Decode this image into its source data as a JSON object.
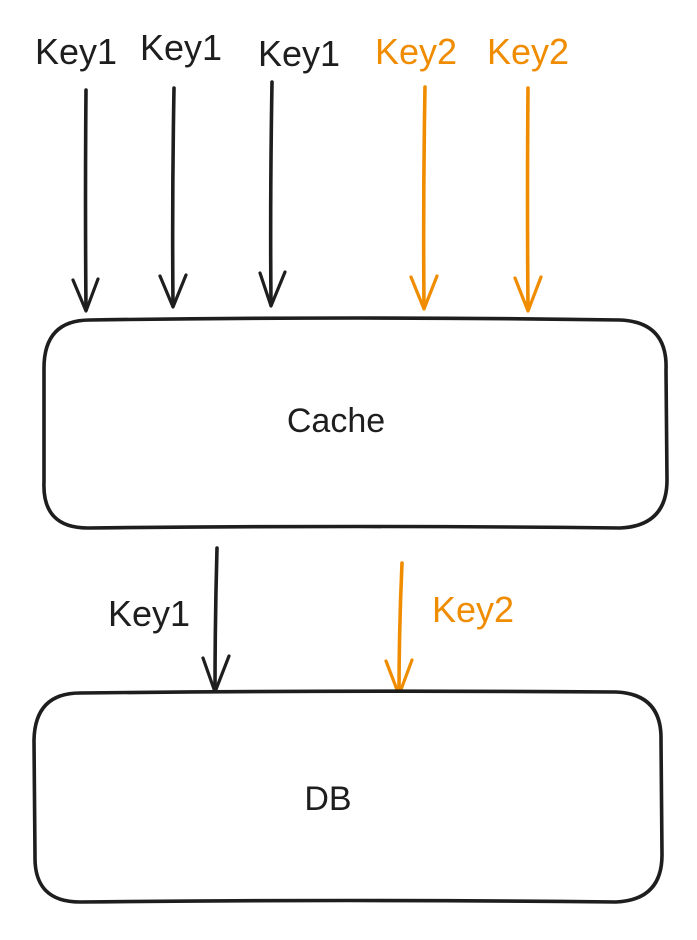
{
  "colors": {
    "key1": "#1e1e1e",
    "key2": "#f08c00"
  },
  "boxes": {
    "cache_label": "Cache",
    "db_label": "DB"
  },
  "requests": [
    {
      "label": "Key1",
      "color_key": "key1"
    },
    {
      "label": "Key1",
      "color_key": "key1"
    },
    {
      "label": "Key1",
      "color_key": "key1"
    },
    {
      "label": "Key2",
      "color_key": "key2"
    },
    {
      "label": "Key2",
      "color_key": "key2"
    }
  ],
  "db_requests": [
    {
      "label": "Key1",
      "color_key": "key1"
    },
    {
      "label": "Key2",
      "color_key": "key2"
    }
  ]
}
